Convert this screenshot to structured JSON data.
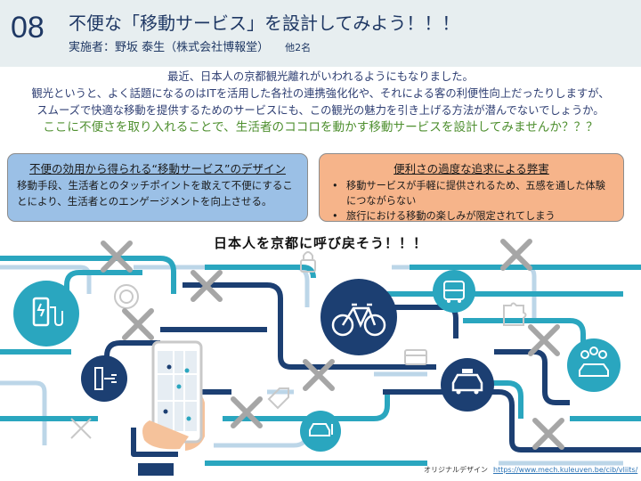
{
  "header": {
    "number": "08",
    "title": "不便な「移動サービス」を設計してみよう！！！",
    "presenter": "実施者：野坂 泰生（株式会社博報堂）",
    "others": "他2名"
  },
  "intro": {
    "line1": "最近、日本人の京都観光離れがいわれるようにもなりました。",
    "line2": "観光というと、よく話題になるのはITを活用した各社の連携強化化や、それによる客の利便性向上だったりしますが、",
    "line3": "スムーズで快適な移動を提供するためのサービスにも、この観光の魅力を引き上げる方法が潜んでないでしょうか。",
    "line4": "ここに不便さを取り入れることで、生活者のココロを動かす移動サービスを設計してみませんか？？？"
  },
  "left_box": {
    "title": "不便の効用から得られる“移動サービス”のデザイン",
    "body": "移動手段、生活者とのタッチポイントを敢えて不便にすることにより、生活者とのエンゲージメントを向上させる。"
  },
  "right_box": {
    "title": "便利さの過度な追求による弊害",
    "items": [
      "移動サービスが手軽に提供されるため、五感を通した体験につながらない",
      "旅行における移動の楽しみが限定されてしまう"
    ]
  },
  "illustration": {
    "slogan": "日本人を京都に呼び戻そう！！！",
    "credit_label": "オリジナルデザイン",
    "credit_url": "https://www.mech.kuleuven.be/cib/vliits/"
  },
  "colors": {
    "header_bg": "#e7eef0",
    "navy": "#1f3864",
    "accent_green": "#4e8f2f",
    "left_box_bg": "#9bc0e6",
    "right_box_bg": "#f6b48a",
    "route_teal": "#2aa6bf",
    "route_navy": "#1c3f72",
    "route_light": "#bcd6e8",
    "cross_gray": "#a6a6a6"
  }
}
